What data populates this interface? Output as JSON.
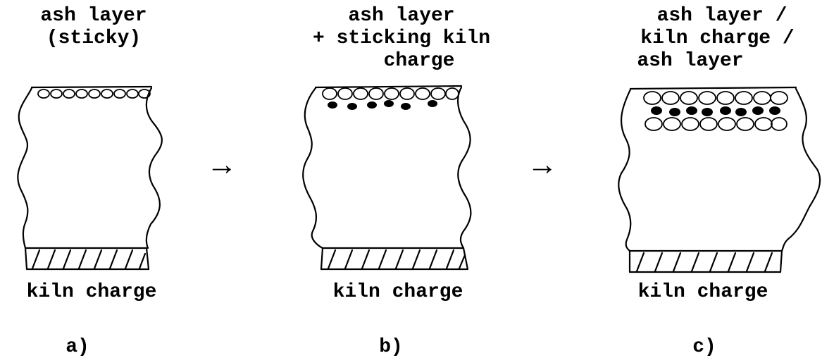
{
  "panels": [
    {
      "top_label_lines": [
        "ash layer",
        "(sticky)"
      ],
      "bottom_label": "kiln charge",
      "panel_letter": "a)"
    },
    {
      "top_label_lines": [
        "ash layer",
        "+ sticking kiln",
        "charge"
      ],
      "bottom_label": "kiln charge",
      "panel_letter": "b)"
    },
    {
      "top_label_lines": [
        "ash layer /",
        "kiln charge /",
        "ash layer"
      ],
      "bottom_label": "kiln charge",
      "panel_letter": "c)"
    }
  ],
  "arrows": [
    "→",
    "→"
  ],
  "colors": {
    "ink": "#000000",
    "background": "#ffffff"
  }
}
